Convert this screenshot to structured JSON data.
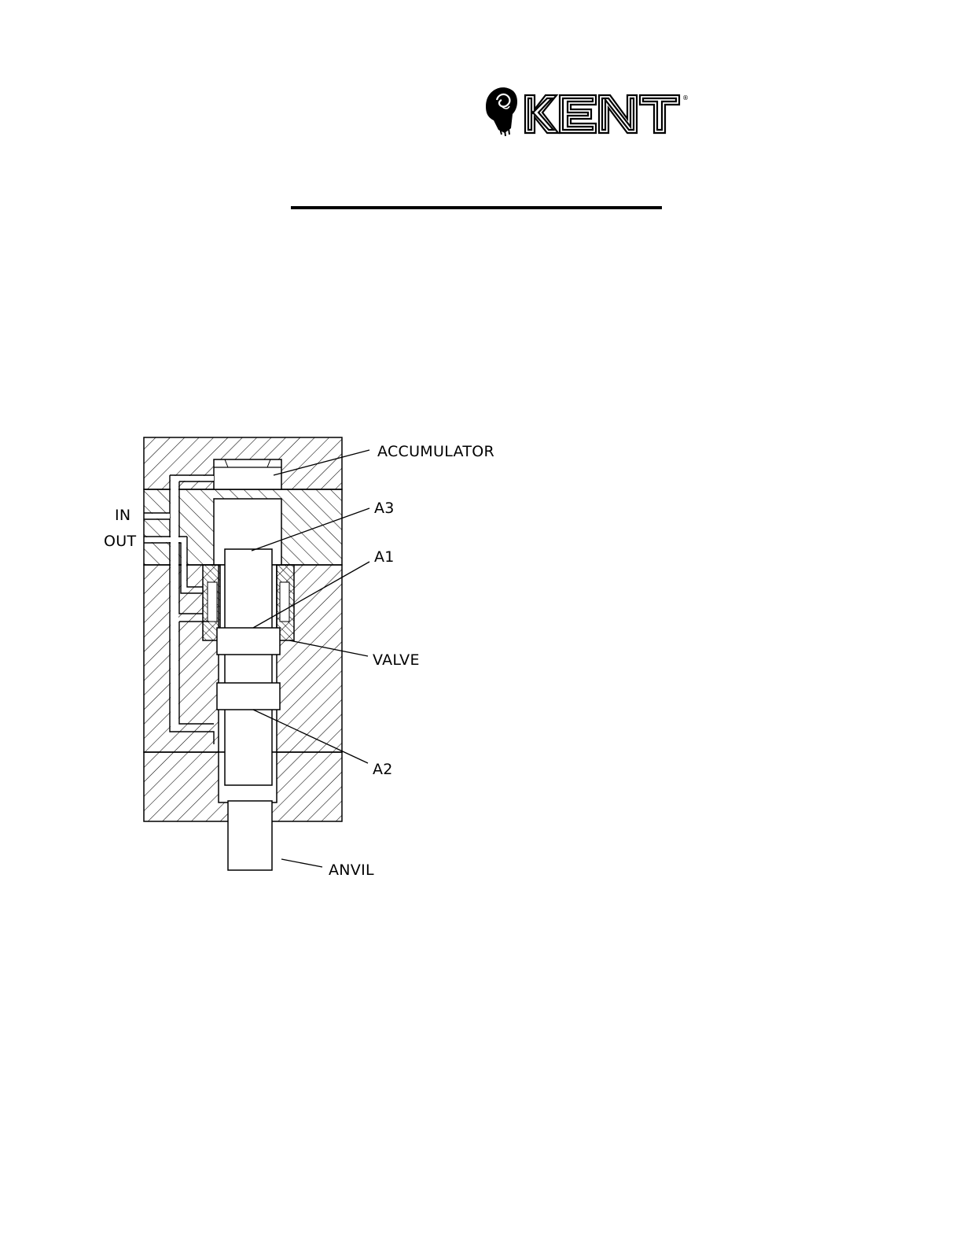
{
  "logo": {
    "text": "KENT",
    "registered_mark": "®"
  },
  "diagram": {
    "labels": {
      "accumulator": "ACCUMULATOR",
      "a3": "A3",
      "a1": "A1",
      "valve": "VALVE",
      "a2": "A2",
      "anvil": "ANVIL",
      "in": "IN",
      "out": "OUT"
    }
  }
}
